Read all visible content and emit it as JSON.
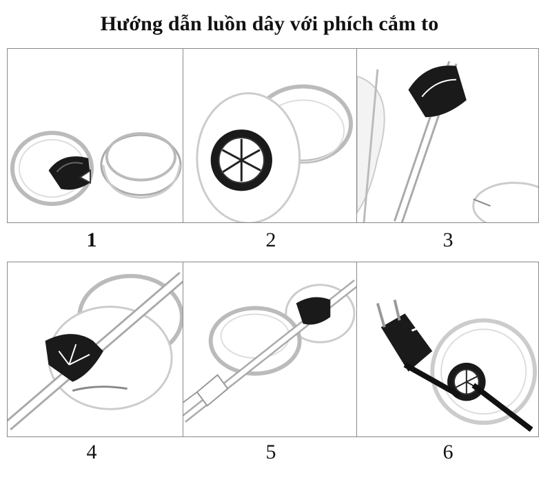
{
  "title": "Hướng dẫn luồn dây với phích cắm to",
  "steps": [
    {
      "number": "1"
    },
    {
      "number": "2"
    },
    {
      "number": "3"
    },
    {
      "number": "4"
    },
    {
      "number": "5"
    },
    {
      "number": "6"
    }
  ],
  "colors": {
    "ring": "#bdbdbd",
    "grommet": "#1a1a1a",
    "border": "#888888",
    "text": "#111111"
  }
}
